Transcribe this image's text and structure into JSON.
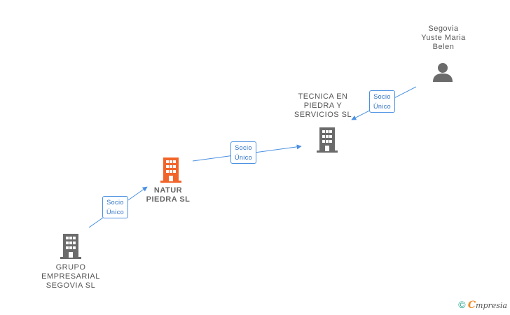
{
  "nodes": {
    "grupo": {
      "label": "GRUPO\nEMPRESARIAL\nSEGOVIA  SL",
      "type": "company",
      "color": "#6b6b6b"
    },
    "natur": {
      "label": "NATUR\nPIEDRA SL",
      "type": "company",
      "color": "#f2652a"
    },
    "tecnica": {
      "label": "TECNICA EN\nPIEDRA Y\nSERVICIOS SL",
      "type": "company",
      "color": "#6b6b6b"
    },
    "segovia": {
      "label": "Segovia\nYuste Maria\nBelen",
      "type": "person",
      "color": "#6b6b6b"
    }
  },
  "edges": {
    "grupo_natur": {
      "label": "Socio\nÚnico"
    },
    "natur_tecnica": {
      "label": "Socio\nÚnico"
    },
    "segovia_tecnica": {
      "label": "Socio\nÚnico"
    }
  },
  "colors": {
    "edge": "#4a90e2",
    "badge_text": "#2a6fc0"
  },
  "footer": {
    "copyright": "©",
    "brand_initial": "C",
    "brand_rest": "mpresia"
  }
}
